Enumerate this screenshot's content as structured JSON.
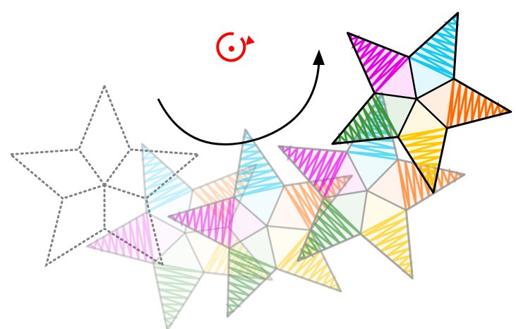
{
  "figure": {
    "description_labels": [],
    "background": "#ffffff"
  },
  "stars": [
    {
      "id": "outline",
      "opacity": 1.0,
      "style": "dotted"
    },
    {
      "id": "ghost-1",
      "opacity": 0.22,
      "style": "filled"
    },
    {
      "id": "ghost-2",
      "opacity": 0.45,
      "style": "filled"
    },
    {
      "id": "ghost-3",
      "opacity": 0.65,
      "style": "filled"
    },
    {
      "id": "final",
      "opacity": 1.0,
      "style": "filled"
    }
  ],
  "colors": {
    "magenta": "#e600e6",
    "cyan": "#14c8f0",
    "orange": "#ff6a00",
    "yellow": "#ffc800",
    "green": "#3c963c",
    "outline": "#000000",
    "ghost_outline": "#9a9a9a",
    "dotted": "#808080",
    "rotate_icon": "#ff0000",
    "arrow": "#000000"
  },
  "icons": {
    "rotate": "rotate-clockwise-icon",
    "arrow": "curved-arrow-icon"
  }
}
